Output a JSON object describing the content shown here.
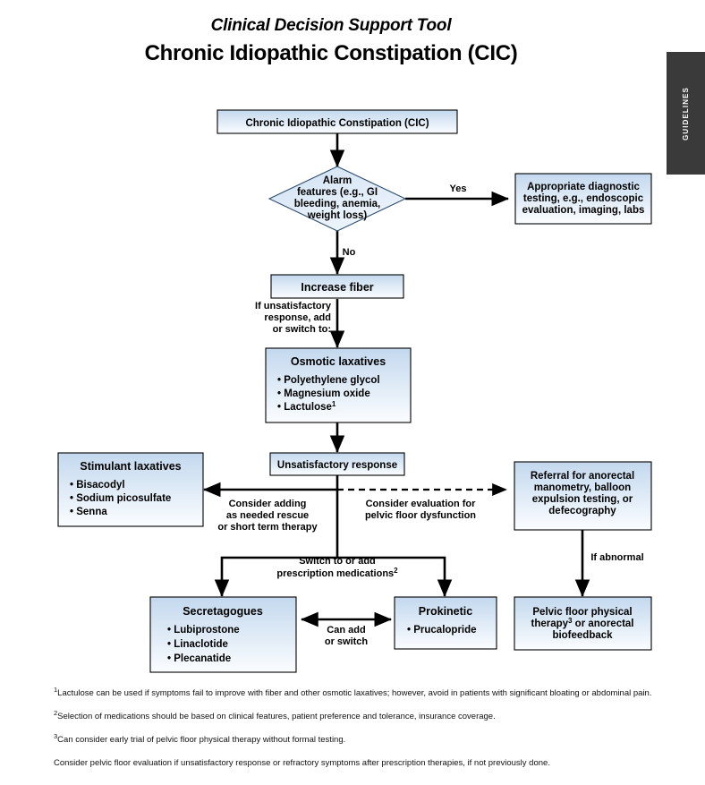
{
  "header": {
    "subtitle": "Clinical Decision Support Tool",
    "title": "Chronic Idiopathic Constipation (CIC)"
  },
  "side_tab": {
    "label": "GUIDELINES"
  },
  "colors": {
    "box_fill_top": "#c3d8ee",
    "box_fill_bottom": "#fbfdff",
    "box_border": "#000000",
    "diamond_border": "#2f4f6f",
    "connector": "#000000",
    "tab_background": "#3a3a3a",
    "tab_text": "#ffffff"
  },
  "flow": {
    "start": {
      "label": "Chronic Idiopathic Constipation (CIC)"
    },
    "decision": {
      "lines": [
        "Alarm",
        "features (e.g., GI",
        "bleeding, anemia,",
        "weight loss)"
      ],
      "yes_label": "Yes",
      "no_label": "No"
    },
    "diagnostic": {
      "lines": [
        "Appropriate diagnostic",
        "testing, e.g., endoscopic",
        "evaluation, imaging, labs"
      ]
    },
    "fiber": {
      "label": "Increase fiber"
    },
    "fiber_edge": {
      "lines": [
        "If unsatisfactory",
        "response, add",
        "or switch to:"
      ]
    },
    "osmotic": {
      "title": "Osmotic laxatives",
      "items": [
        "Polyethylene glycol",
        "Magnesium oxide",
        "Lactulose"
      ],
      "item_superscripts": [
        "",
        "",
        "1"
      ]
    },
    "unsatisfactory": {
      "label": "Unsatisfactory response"
    },
    "left_edge": {
      "lines": [
        "Consider adding",
        "as needed rescue",
        "or short term therapy"
      ]
    },
    "right_edge": {
      "lines": [
        "Consider evaluation for",
        "pelvic floor dysfunction"
      ]
    },
    "stimulant": {
      "title": "Stimulant laxatives",
      "items": [
        "Bisacodyl",
        "Sodium picosulfate",
        "Senna"
      ]
    },
    "referral": {
      "lines": [
        "Referral for anorectal",
        "manometry, balloon",
        "expulsion testing, or",
        "defecography"
      ]
    },
    "abnormal_edge": {
      "label": "If abnormal"
    },
    "switch_edge": {
      "lines": [
        "Switch to or add",
        "prescription medications"
      ],
      "superscript": "2"
    },
    "secretagogues": {
      "title": "Secretagogues",
      "items": [
        "Lubiprostone",
        "Linaclotide",
        "Plecanatide"
      ]
    },
    "prokinetic": {
      "title": "Prokinetic",
      "items": [
        "Prucalopride"
      ]
    },
    "can_add_edge": {
      "lines": [
        "Can add",
        "or switch"
      ]
    },
    "pelvic": {
      "line1_pre": "Pelvic floor physical",
      "line2_pre": "therapy",
      "line2_sup": "3",
      "line2_post": " or anorectal",
      "line3": "biofeedback"
    }
  },
  "footnotes": [
    {
      "marker": "1",
      "text": "Lactulose can be used if symptoms fail to improve with fiber and other osmotic laxatives; however, avoid in patients with significant bloating or abdominal pain."
    },
    {
      "marker": "2",
      "text": "Selection of medications should be based on clinical features, patient preference and tolerance, insurance coverage."
    },
    {
      "marker": "3",
      "text": "Can consider early trial of pelvic floor physical therapy without formal testing."
    },
    {
      "marker": "",
      "text": "Consider pelvic floor evaluation if unsatisfactory response or refractory symptoms after prescription therapies, if not previously done."
    }
  ]
}
